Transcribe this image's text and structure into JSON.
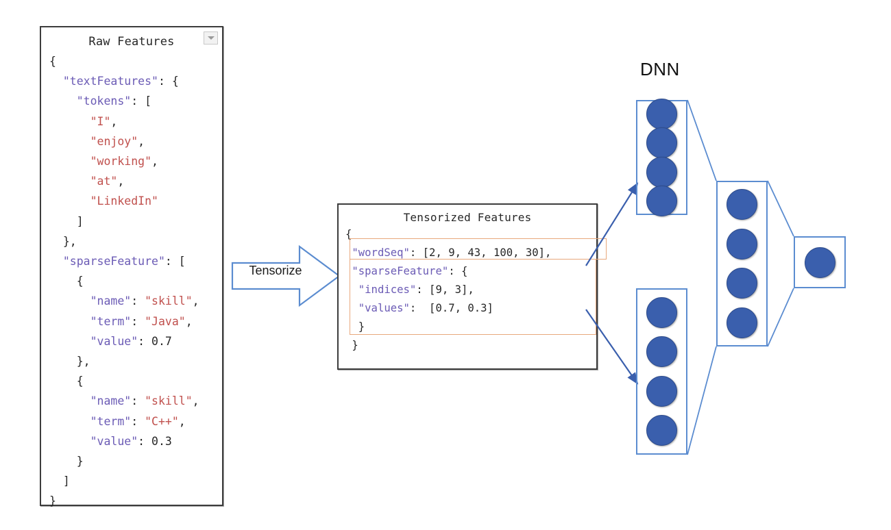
{
  "raw_features": {
    "title": "Raw Features",
    "collapse_icon": "chevron-down-icon",
    "code_lines": [
      [
        {
          "t": "{",
          "c": "n"
        }
      ],
      [
        {
          "t": "  ",
          "c": "n"
        },
        {
          "t": "\"textFeatures\"",
          "c": "k"
        },
        {
          "t": ": {",
          "c": "n"
        }
      ],
      [
        {
          "t": "    ",
          "c": "n"
        },
        {
          "t": "\"tokens\"",
          "c": "k"
        },
        {
          "t": ": [",
          "c": "n"
        }
      ],
      [
        {
          "t": "      ",
          "c": "n"
        },
        {
          "t": "\"I\"",
          "c": "s"
        },
        {
          "t": ",",
          "c": "n"
        }
      ],
      [
        {
          "t": "      ",
          "c": "n"
        },
        {
          "t": "\"enjoy\"",
          "c": "s"
        },
        {
          "t": ",",
          "c": "n"
        }
      ],
      [
        {
          "t": "      ",
          "c": "n"
        },
        {
          "t": "\"working\"",
          "c": "s"
        },
        {
          "t": ",",
          "c": "n"
        }
      ],
      [
        {
          "t": "      ",
          "c": "n"
        },
        {
          "t": "\"at\"",
          "c": "s"
        },
        {
          "t": ",",
          "c": "n"
        }
      ],
      [
        {
          "t": "      ",
          "c": "n"
        },
        {
          "t": "\"LinkedIn\"",
          "c": "s"
        }
      ],
      [
        {
          "t": "    ]",
          "c": "n"
        }
      ],
      [
        {
          "t": "  },",
          "c": "n"
        }
      ],
      [
        {
          "t": "  ",
          "c": "n"
        },
        {
          "t": "\"sparseFeature\"",
          "c": "k"
        },
        {
          "t": ": [",
          "c": "n"
        }
      ],
      [
        {
          "t": "    {",
          "c": "n"
        }
      ],
      [
        {
          "t": "      ",
          "c": "n"
        },
        {
          "t": "\"name\"",
          "c": "k"
        },
        {
          "t": ": ",
          "c": "n"
        },
        {
          "t": "\"skill\"",
          "c": "s"
        },
        {
          "t": ",",
          "c": "n"
        }
      ],
      [
        {
          "t": "      ",
          "c": "n"
        },
        {
          "t": "\"term\"",
          "c": "k"
        },
        {
          "t": ": ",
          "c": "n"
        },
        {
          "t": "\"Java\"",
          "c": "s"
        },
        {
          "t": ",",
          "c": "n"
        }
      ],
      [
        {
          "t": "      ",
          "c": "n"
        },
        {
          "t": "\"value\"",
          "c": "k"
        },
        {
          "t": ": 0.7",
          "c": "n"
        }
      ],
      [
        {
          "t": "    },",
          "c": "n"
        }
      ],
      [
        {
          "t": "    {",
          "c": "n"
        }
      ],
      [
        {
          "t": "      ",
          "c": "n"
        },
        {
          "t": "\"name\"",
          "c": "k"
        },
        {
          "t": ": ",
          "c": "n"
        },
        {
          "t": "\"skill\"",
          "c": "s"
        },
        {
          "t": ",",
          "c": "n"
        }
      ],
      [
        {
          "t": "      ",
          "c": "n"
        },
        {
          "t": "\"term\"",
          "c": "k"
        },
        {
          "t": ": ",
          "c": "n"
        },
        {
          "t": "\"C++\"",
          "c": "s"
        },
        {
          "t": ",",
          "c": "n"
        }
      ],
      [
        {
          "t": "      ",
          "c": "n"
        },
        {
          "t": "\"value\"",
          "c": "k"
        },
        {
          "t": ": 0.3",
          "c": "n"
        }
      ],
      [
        {
          "t": "    }",
          "c": "n"
        }
      ],
      [
        {
          "t": "  ]",
          "c": "n"
        }
      ],
      [
        {
          "t": "}",
          "c": "n"
        }
      ]
    ]
  },
  "tensorize": {
    "label": "Tensorize",
    "arrow_color": "#5b8cd0"
  },
  "tensorized_features": {
    "title": "Tensorized Features",
    "highlight_color": "#e8a87c",
    "code_lines": [
      [
        {
          "t": "{",
          "c": "n"
        }
      ],
      [
        {
          "t": " ",
          "c": "n"
        },
        {
          "t": "\"wordSeq\"",
          "c": "k"
        },
        {
          "t": ": [2, 9, 43, 100, 30],",
          "c": "n"
        }
      ],
      [
        {
          "t": " ",
          "c": "n"
        },
        {
          "t": "\"sparseFeature\"",
          "c": "k"
        },
        {
          "t": ": {",
          "c": "n"
        }
      ],
      [
        {
          "t": "  ",
          "c": "n"
        },
        {
          "t": "\"indices\"",
          "c": "k"
        },
        {
          "t": ": [9, 3],",
          "c": "n"
        }
      ],
      [
        {
          "t": "  ",
          "c": "n"
        },
        {
          "t": "\"values\"",
          "c": "k"
        },
        {
          "t": ":  [0.7, 0.3]",
          "c": "n"
        }
      ],
      [
        {
          "t": "  }",
          "c": "n"
        }
      ],
      [
        {
          "t": " }",
          "c": "n"
        }
      ]
    ]
  },
  "dnn": {
    "label": "DNN",
    "node_color": "#3a5fad",
    "box_color": "#5b8cd0",
    "layers": [
      {
        "name": "input-top",
        "nodes": 4
      },
      {
        "name": "input-bottom",
        "nodes": 4
      },
      {
        "name": "hidden",
        "nodes": 4
      },
      {
        "name": "output",
        "nodes": 1
      }
    ]
  }
}
